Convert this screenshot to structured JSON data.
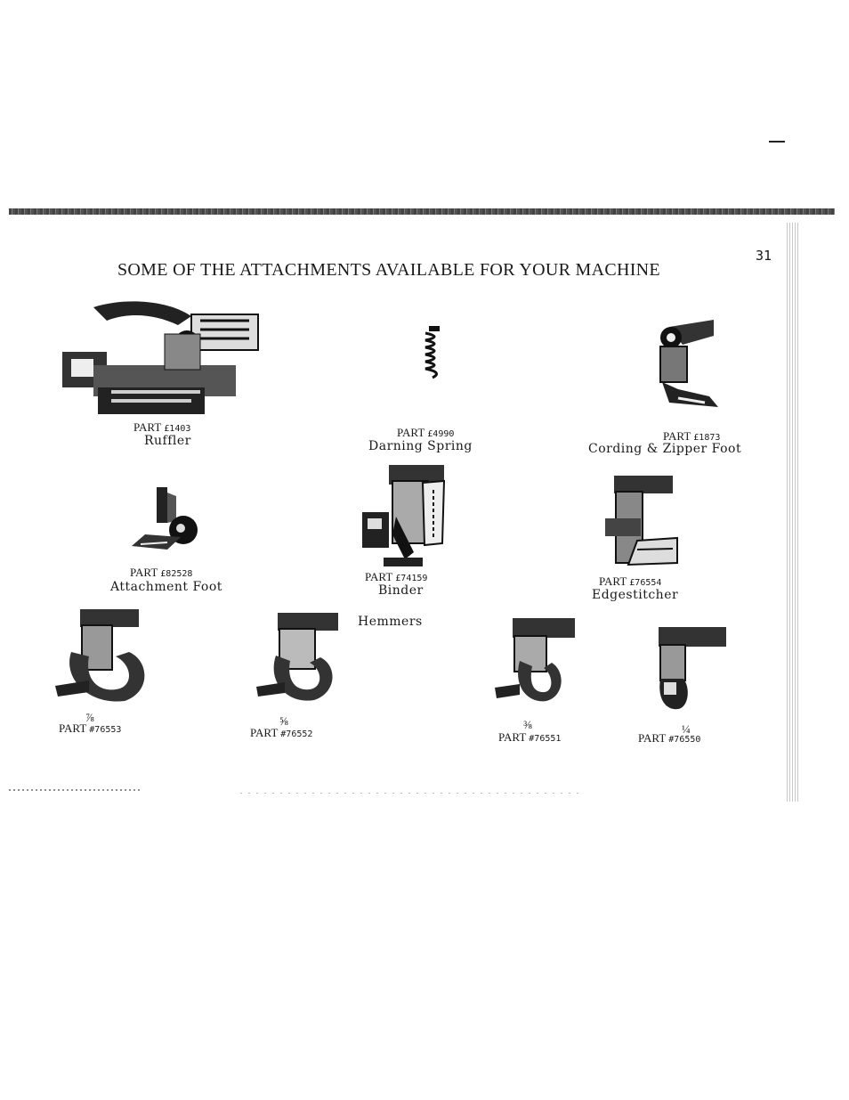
{
  "page_number": "31",
  "heading": "SOME OF THE ATTACHMENTS AVAILABLE FOR YOUR MACHINE",
  "attachments": [
    {
      "part": "PART",
      "num": "£1403",
      "name": "Ruffler"
    },
    {
      "part": "PART",
      "num": "£4990",
      "name": "Darning Spring"
    },
    {
      "part": "PART",
      "num": "£1873",
      "name": "Cording & Zipper Foot"
    },
    {
      "part": "PART",
      "num": "£82528",
      "name": "Attachment Foot"
    },
    {
      "part": "PART",
      "num": "£74159",
      "name": "Binder"
    },
    {
      "part": "PART",
      "num": "£76554",
      "name": "Edgestitcher"
    }
  ],
  "hemmers_label": "Hemmers",
  "hemmers": [
    {
      "size": "⅞",
      "part": "PART",
      "num": "#76553"
    },
    {
      "size": "⅝",
      "part": "PART",
      "num": "#76552"
    },
    {
      "size": "⅜",
      "part": "PART",
      "num": "#76551"
    },
    {
      "size": "¼",
      "part": "PART",
      "num": "#76550"
    }
  ]
}
